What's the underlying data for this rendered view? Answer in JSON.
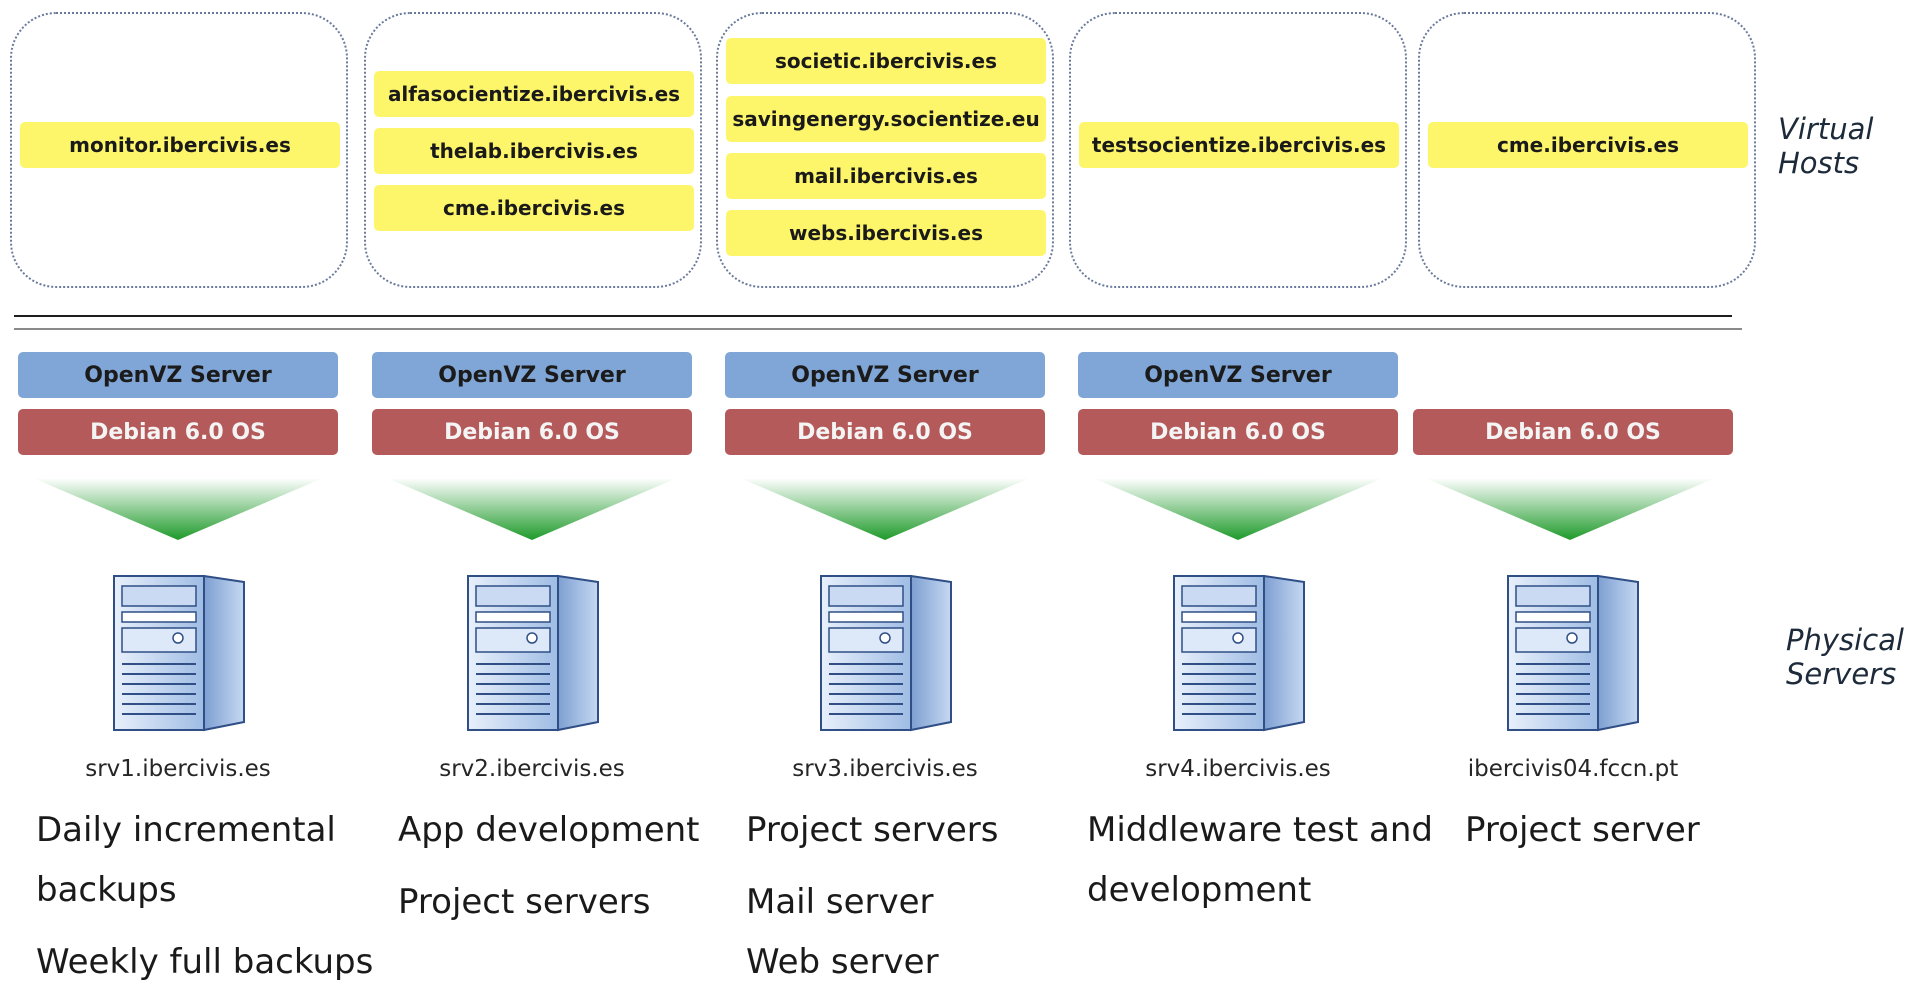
{
  "side_labels": {
    "virtual_hosts": [
      "Virtual",
      "Hosts"
    ],
    "physical_servers": [
      "Physical",
      "Servers"
    ]
  },
  "virtual_host_groups": [
    {
      "hosts": [
        "monitor.ibercivis.es"
      ]
    },
    {
      "hosts": [
        "alfasocientize.ibercivis.es",
        "thelab.ibercivis.es",
        "cme.ibercivis.es"
      ]
    },
    {
      "hosts": [
        "societic.ibercivis.es",
        "savingenergy.socientize.eu",
        "mail.ibercivis.es",
        "webs.ibercivis.es"
      ]
    },
    {
      "hosts": [
        "testsocientize.ibercivis.es"
      ]
    },
    {
      "hosts": [
        "cme.ibercivis.es"
      ]
    }
  ],
  "servers": [
    {
      "openvz": "OpenVZ Server",
      "os": "Debian 6.0 OS",
      "hostname": "srv1.ibercivis.es",
      "roles": [
        "Daily incremental",
        "backups",
        "Weekly full backups"
      ]
    },
    {
      "openvz": "OpenVZ Server",
      "os": "Debian 6.0 OS",
      "hostname": "srv2.ibercivis.es",
      "roles": [
        "App development",
        "Project servers"
      ]
    },
    {
      "openvz": "OpenVZ Server",
      "os": "Debian 6.0 OS",
      "hostname": "srv3.ibercivis.es",
      "roles": [
        "Project servers",
        "Mail server",
        "Web server"
      ]
    },
    {
      "openvz": "OpenVZ Server",
      "os": "Debian 6.0 OS",
      "hostname": "srv4.ibercivis.es",
      "roles": [
        "Middleware test and",
        "development"
      ]
    },
    {
      "os": "Debian 6.0 OS",
      "hostname": "ibercivis04.fccn.pt",
      "roles": [
        "Project server"
      ]
    }
  ],
  "colors": {
    "vhost_fill": "#fdf56a",
    "openvz_fill": "#7fa6d6",
    "debian_fill": "#b45a5a",
    "funnel_green": "#1e9a2a",
    "group_border": "#6a7a9c"
  },
  "icons": {
    "server": "server-tower-icon",
    "funnel": "funnel-triangle-icon"
  }
}
